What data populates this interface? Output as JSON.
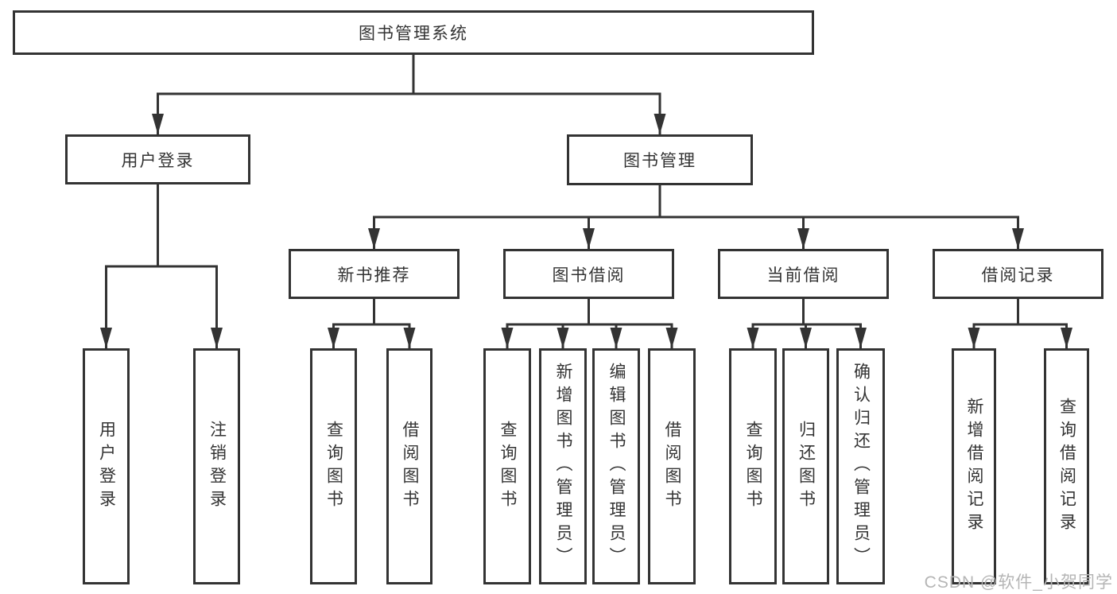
{
  "diagram": {
    "type": "hierarchy-tree",
    "tree": {
      "root": {
        "label": "图书管理系统"
      },
      "children": [
        {
          "label": "用户登录",
          "children": [
            {
              "label": "用户登录"
            },
            {
              "label": "注销登录"
            }
          ]
        },
        {
          "label": "图书管理",
          "children": [
            {
              "label": "新书推荐",
              "children": [
                {
                  "label": "查询图书"
                },
                {
                  "label": "借阅图书"
                }
              ]
            },
            {
              "label": "图书借阅",
              "children": [
                {
                  "label": "查询图书"
                },
                {
                  "label": "新增图书（管理员）"
                },
                {
                  "label": "编辑图书（管理员）"
                },
                {
                  "label": "借阅图书"
                }
              ]
            },
            {
              "label": "当前借阅",
              "children": [
                {
                  "label": "查询图书"
                },
                {
                  "label": "归还图书"
                },
                {
                  "label": "确认归还（管理员）"
                }
              ]
            },
            {
              "label": "借阅记录",
              "children": [
                {
                  "label": "新增借阅记录"
                },
                {
                  "label": "查询借阅记录"
                }
              ]
            }
          ]
        }
      ]
    },
    "colors": {
      "line": "#333333",
      "text": "#333333",
      "box_background": "#ffffff",
      "watermark_text": "#b5b5b5"
    }
  },
  "watermark": "CSDN @软件_小贺同学"
}
